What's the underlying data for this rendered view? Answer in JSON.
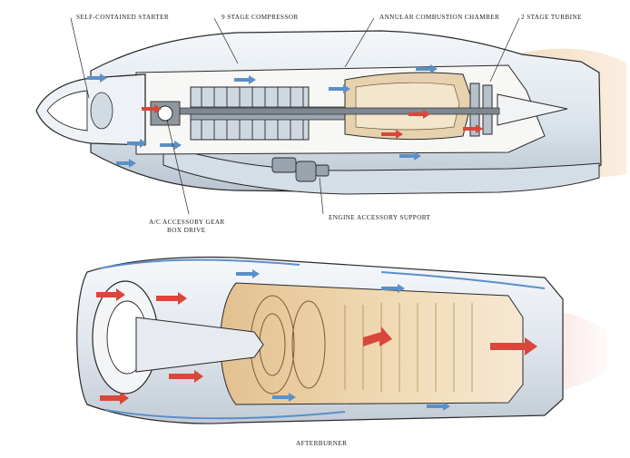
{
  "labels": {
    "self_contained_starter": "SELF-CONTAINED STARTER",
    "compressor": "9 STAGE COMPRESSOR",
    "combustion_chamber": "ANNULAR COMBUSTION CHAMBER",
    "turbine": "2 STAGE TURBINE",
    "gearbox_line1": "A/C ACCESSORY GEAR",
    "gearbox_line2": "BOX DRIVE",
    "accessory_support": "ENGINE ACCESSORY SUPPORT",
    "afterburner": "AFTERBURNER"
  },
  "colors": {
    "outline": "#2a2a2a",
    "casing_light": "#e9eef3",
    "casing_shadow": "#c9d3dd",
    "airflow_blue": "#5b8fc7",
    "hot_gas_red": "#d9463b",
    "combustion_tan": "#e8cf9f",
    "combustion_dark": "#c99a5c",
    "exhaust_glow": "#f6e2c8",
    "afterburner_flame": "#f0b7b7",
    "steel_gray": "#8e969e"
  }
}
